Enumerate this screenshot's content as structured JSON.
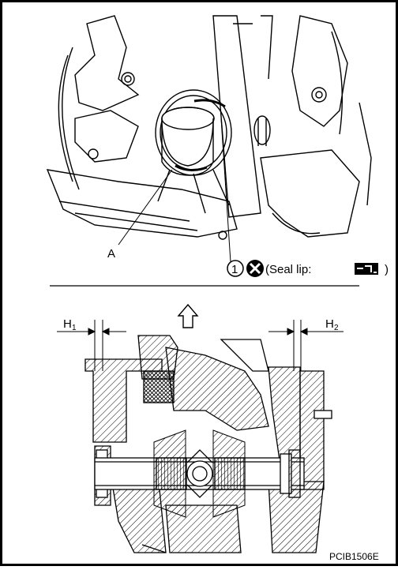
{
  "figure_code": "PCIB1506E",
  "top_view": {
    "label_a": "A",
    "callout_number": "1",
    "seal_lip_text": "(Seal lip:",
    "seal_lip_close": ")",
    "icons": [
      "do-not-reuse-icon",
      "grease-icon"
    ]
  },
  "bottom_view": {
    "h1_main": "H",
    "h1_sub": "1",
    "h2_main": "H",
    "h2_sub": "2",
    "arrow_icon": "up-arrow-icon"
  }
}
